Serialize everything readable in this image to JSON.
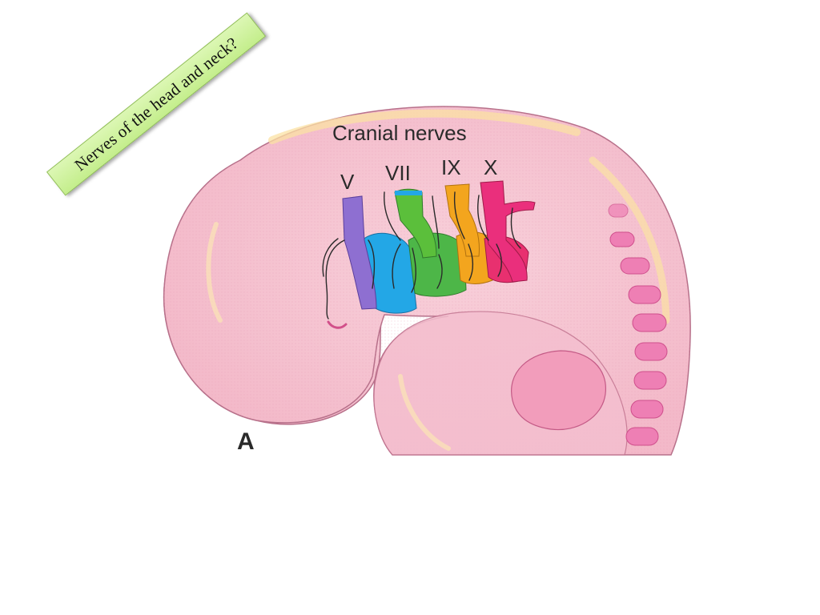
{
  "slide": {
    "title": "Nerves of the head and neck?"
  },
  "figure": {
    "heading": "Cranial nerves",
    "panel_label": "A",
    "nerves": [
      {
        "label": "V",
        "color": "#8e6fd1"
      },
      {
        "label": "VII",
        "color": "#5bbf3b"
      },
      {
        "label": "IX",
        "color": "#f3a51e"
      },
      {
        "label": "X",
        "color": "#ea2f7c"
      }
    ],
    "ganglion_colors": {
      "pharyngeal_1": "#23a7e6",
      "pharyngeal_2": "#4db648",
      "pharyngeal_3": "#f3a51e",
      "pharyngeal_4": "#e8306f"
    },
    "tissue_colors": {
      "embryo": "#f6c6d2",
      "embryo_edge": "#c9708e",
      "highlight": "#fbe6a6",
      "somite": "#ee7fb4"
    }
  }
}
